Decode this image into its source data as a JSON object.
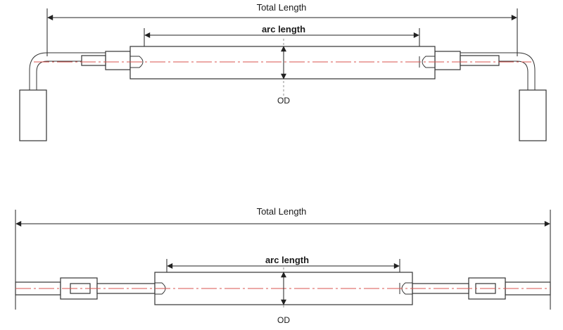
{
  "top_diagram": {
    "total_length_label": "Total Length",
    "arc_length_label": "arc length",
    "od_label": "OD"
  },
  "bottom_diagram": {
    "total_length_label": "Total Length",
    "arc_length_label": "arc length",
    "od_label": "OD"
  },
  "colors": {
    "centerline": "#d9534f",
    "outline": "#333333",
    "background": "#ffffff"
  }
}
